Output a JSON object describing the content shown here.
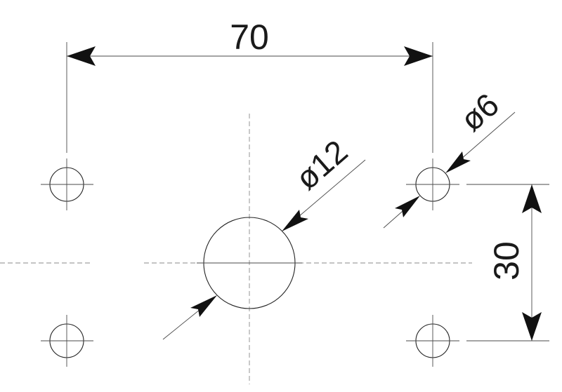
{
  "dimensions": {
    "width_label": "70",
    "height_label": "30",
    "large_hole_label": "ø12",
    "small_hole_label": "ø6"
  }
}
